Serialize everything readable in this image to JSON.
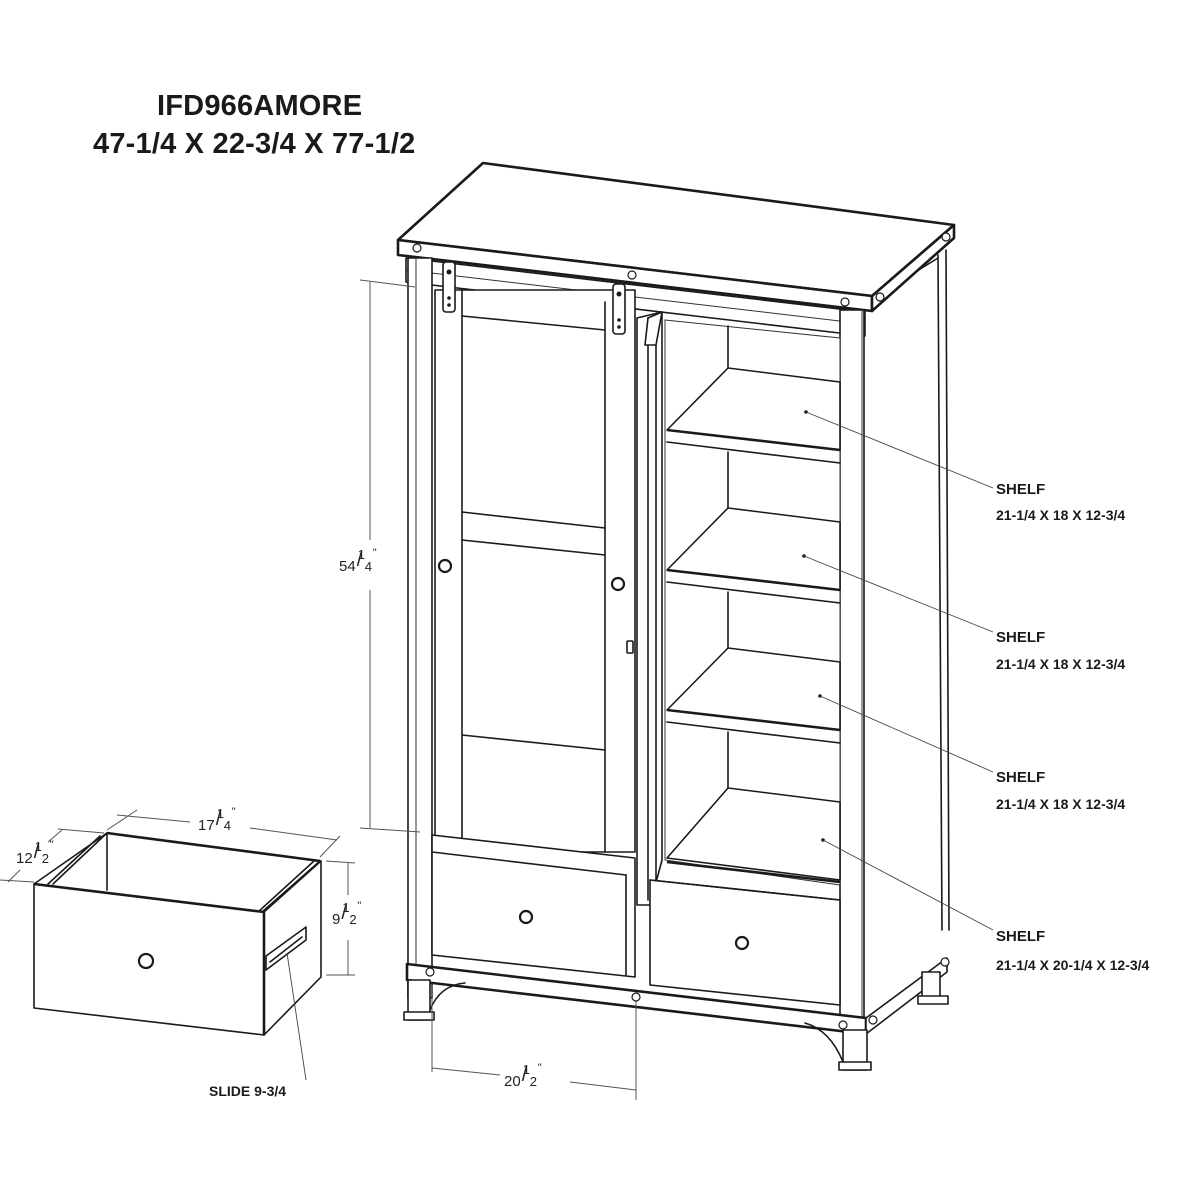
{
  "header": {
    "model": "IFD966AMORE",
    "overall_dimensions": "47-1/4 X 22-3/4 X 77-1/2"
  },
  "cabinet": {
    "height_dimension": {
      "whole": "54",
      "num": "1",
      "den": "4",
      "unit": "\""
    },
    "drawer_opening_width": {
      "whole": "20",
      "num": "1",
      "den": "2",
      "unit": "\""
    },
    "shelves": [
      {
        "label": "SHELF",
        "size": "21-1/4 X 18 X 12-3/4"
      },
      {
        "label": "SHELF",
        "size": "21-1/4 X 18 X 12-3/4"
      },
      {
        "label": "SHELF",
        "size": "21-1/4 X 18 X 12-3/4"
      },
      {
        "label": "SHELF",
        "size": "21-1/4 X 20-1/4 X 12-3/4"
      }
    ]
  },
  "drawer_detail": {
    "width": {
      "whole": "17",
      "num": "1",
      "den": "4",
      "unit": "\""
    },
    "depth": {
      "whole": "12",
      "num": "1",
      "den": "2",
      "unit": "\""
    },
    "height": {
      "whole": "9",
      "num": "1",
      "den": "2",
      "unit": "\""
    },
    "slide_label": "SLIDE 9-3/4"
  },
  "colors": {
    "line": "#1a1a1a",
    "background": "#ffffff"
  }
}
